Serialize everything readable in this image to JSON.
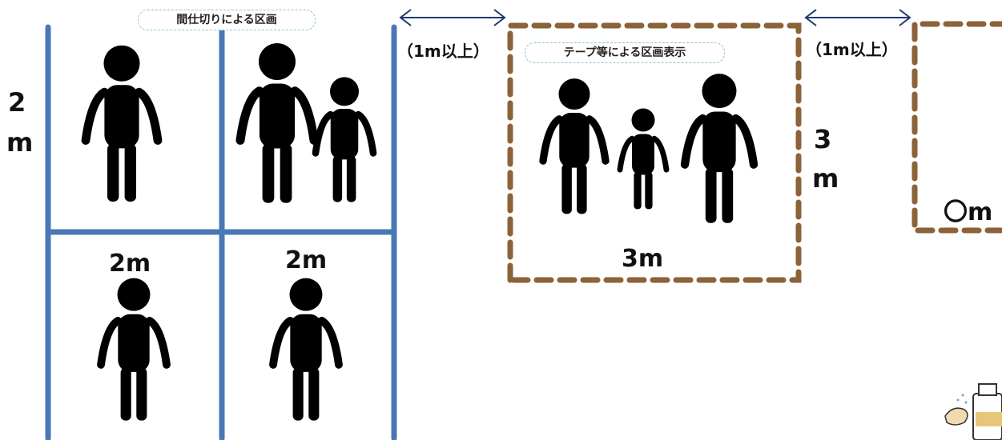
{
  "partition_area": {
    "title": "間仕切りによる区画",
    "side_label_top": "2",
    "side_label_bottom": "m",
    "cell_label_left": "2m",
    "cell_label_right": "2m"
  },
  "tape_area": {
    "title": "テープ等による区画表示",
    "side_label_top": "3",
    "side_label_bottom": "m",
    "bottom_label": "3m"
  },
  "gap_left": {
    "label": "（1m以上）"
  },
  "gap_right": {
    "label": "（1m以上）"
  },
  "third_area": {
    "label": "〇m"
  },
  "colors": {
    "partition": "#4a78b5",
    "tape": "#8c6239",
    "arrow": "#1f3a6b",
    "person": "#000000"
  },
  "icons": [
    "person-icon",
    "hand-sanitizer-icon",
    "double-arrow-icon"
  ]
}
